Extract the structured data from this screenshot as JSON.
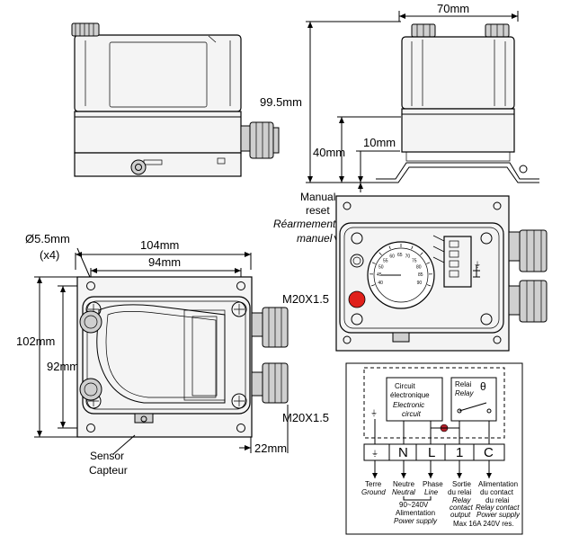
{
  "dimensions": {
    "width_top_right": "70mm",
    "height_total": "99.5mm",
    "height_base": "40mm",
    "foot_offset": "10mm",
    "hole_diameter": "Ø5.5mm",
    "hole_count": "(x4)",
    "width_outer": "104mm",
    "width_inner": "94mm",
    "height_outer": "102mm",
    "height_inner": "92mm",
    "gland_top": "M20X1.5",
    "gland_bottom": "M20X1.5",
    "gland_depth": "22mm"
  },
  "labels": {
    "manual_reset_en_1": "Manual",
    "manual_reset_en_2": "reset",
    "manual_reset_fr_1": "Réarmement",
    "manual_reset_fr_2": "manuel",
    "sensor_en": "Sensor",
    "sensor_fr": "Capteur"
  },
  "wiring": {
    "circuit_fr_1": "Circuit",
    "circuit_fr_2": "électronique",
    "circuit_en_1": "Electronic",
    "circuit_en_2": "circuit",
    "relay_fr": "Relai",
    "relay_en": "Relay",
    "theta": "θ",
    "terminals": [
      "N",
      "L",
      "1",
      "C"
    ],
    "terre_fr": "Terre",
    "terre_en": "Ground",
    "neutre_fr": "Neutre",
    "neutre_en": "Neutral",
    "phase_fr": "Phase",
    "phase_en": "Line",
    "sortie_fr_1": "Sortie",
    "sortie_fr_2": "du relai",
    "sortie_en_1": "Relay",
    "sortie_en_2": "contact",
    "sortie_en_3": "output",
    "alim_fr_1": "Alimentation",
    "alim_fr_2": "du contact",
    "alim_fr_3": "du relai",
    "alim_en_1": "Relay contact",
    "alim_en_2": "Power supply",
    "voltage": "90~240V",
    "alim_fr": "Alimentation",
    "alim_en": "Power supply",
    "max_rating": "Max 16A 240V res."
  },
  "dial": {
    "ticks": [
      "40",
      "45",
      "50",
      "55",
      "60",
      "65",
      "70",
      "75",
      "80",
      "85",
      "90"
    ]
  },
  "colors": {
    "reset_button": "#e0201b",
    "led": "#b3202a"
  }
}
